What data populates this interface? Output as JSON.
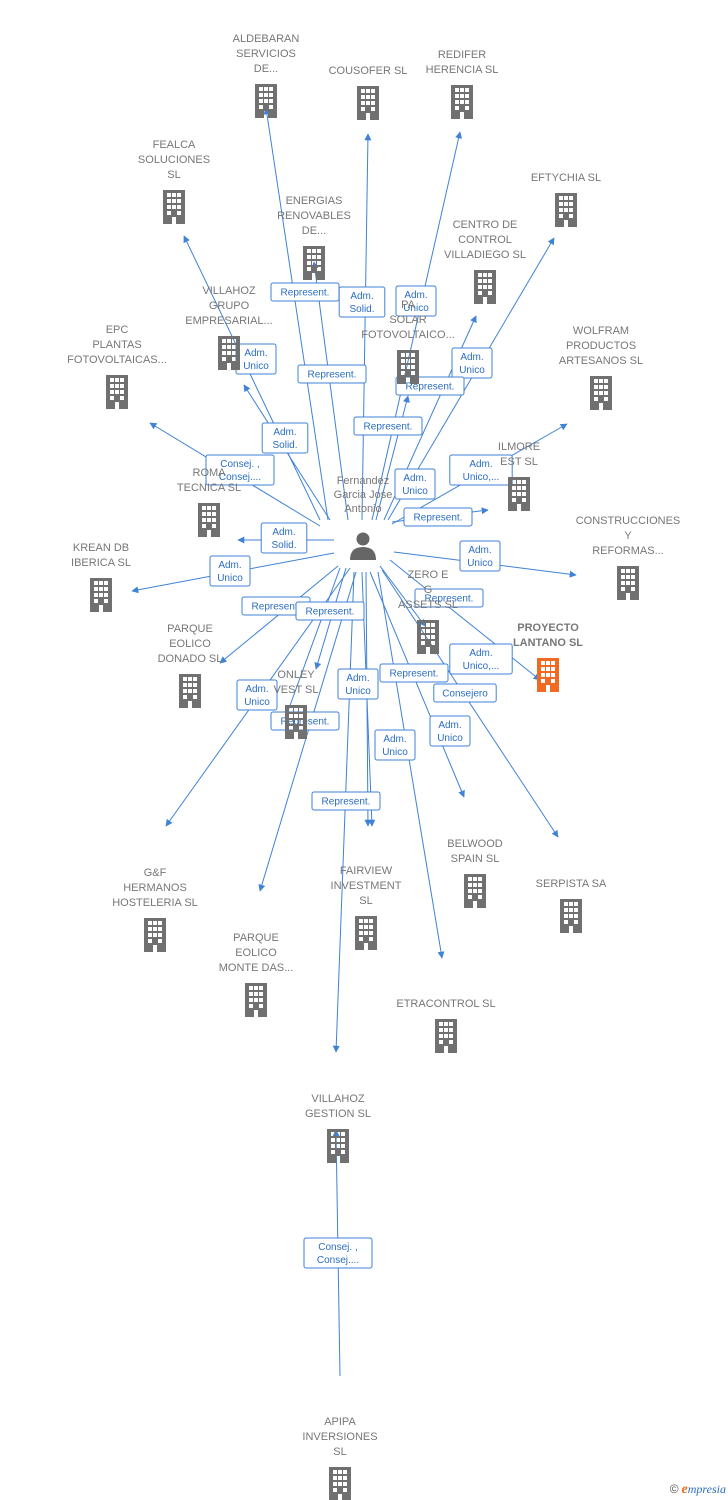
{
  "colors": {
    "edge": "#3f82d6",
    "building": "#707070",
    "highlight": "#f26a21",
    "label": "#777777"
  },
  "center": {
    "name": [
      "Fernandez",
      "Garcia Jose",
      "Antonio"
    ],
    "icon": "person-icon"
  },
  "companies": [
    {
      "id": "aldebaran",
      "lines": [
        "ALDEBARAN",
        "SERVICIOS",
        "DE..."
      ]
    },
    {
      "id": "cousofer",
      "lines": [
        "COUSOFER SL"
      ]
    },
    {
      "id": "redifer",
      "lines": [
        "REDIFER",
        "HERENCIA  SL"
      ]
    },
    {
      "id": "fealca",
      "lines": [
        "FEALCA",
        "SOLUCIONES",
        "SL"
      ]
    },
    {
      "id": "energias",
      "lines": [
        "ENERGIAS",
        "RENOVABLES",
        "DE..."
      ]
    },
    {
      "id": "eftychia",
      "lines": [
        "EFTYCHIA  SL"
      ]
    },
    {
      "id": "centro",
      "lines": [
        "CENTRO DE",
        "CONTROL",
        "VILLADIEGO SL"
      ]
    },
    {
      "id": "villahoz_grupo",
      "lines": [
        "VILLAHOZ",
        "GRUPO",
        "EMPRESARIAL..."
      ]
    },
    {
      "id": "parque_solar",
      "lines": [
        "PA",
        "SOLAR",
        "FOTOVOLTAICO..."
      ]
    },
    {
      "id": "epc",
      "lines": [
        "EPC",
        "PLANTAS",
        "FOTOVOLTAICAS..."
      ]
    },
    {
      "id": "wolfram",
      "lines": [
        "WOLFRAM",
        "PRODUCTOS",
        "ARTESANOS  SL"
      ]
    },
    {
      "id": "gilmore",
      "lines": [
        "ILMORE",
        "EST  SL"
      ]
    },
    {
      "id": "roma",
      "lines": [
        "ROMA",
        "TECNICA  SL"
      ]
    },
    {
      "id": "construcciones",
      "lines": [
        "CONSTRUCCIONES",
        "Y",
        "REFORMAS..."
      ]
    },
    {
      "id": "krean",
      "lines": [
        "KREAN DB",
        "IBERICA  SL"
      ]
    },
    {
      "id": "zero",
      "lines": [
        "ZERO E",
        "G",
        "ASSETS  SL"
      ]
    },
    {
      "id": "proyecto",
      "lines": [
        "PROYECTO",
        "LANTANO  SL"
      ],
      "highlight": true
    },
    {
      "id": "parque_donado",
      "lines": [
        "PARQUE",
        "EOLICO",
        "DONADO SL"
      ]
    },
    {
      "id": "monley",
      "lines": [
        "ONLEY",
        "VEST  SL"
      ]
    },
    {
      "id": "belwood",
      "lines": [
        "BELWOOD",
        "SPAIN  SL"
      ]
    },
    {
      "id": "serpista",
      "lines": [
        "SERPISTA SA"
      ]
    },
    {
      "id": "gf",
      "lines": [
        "G&F",
        "HERMANOS",
        "HOSTELERIA SL"
      ]
    },
    {
      "id": "fairview",
      "lines": [
        "FAIRVIEW",
        "INVESTMENT",
        "SL"
      ]
    },
    {
      "id": "parque_monte",
      "lines": [
        "PARQUE",
        "EOLICO",
        "MONTE DAS..."
      ]
    },
    {
      "id": "etracontrol",
      "lines": [
        "ETRACONTROL SL"
      ]
    },
    {
      "id": "villahoz_gestion",
      "lines": [
        "VILLAHOZ",
        "GESTION  SL"
      ]
    },
    {
      "id": "apipa",
      "lines": [
        "APIPA",
        "INVERSIONES",
        "SL"
      ]
    }
  ],
  "roles": [
    {
      "id": "r1",
      "lines": [
        "Represent."
      ]
    },
    {
      "id": "r2",
      "lines": [
        "Adm.",
        "Solid."
      ]
    },
    {
      "id": "r3",
      "lines": [
        "Adm.",
        "Unico"
      ]
    },
    {
      "id": "r4",
      "lines": [
        "Adm.",
        "Unico"
      ]
    },
    {
      "id": "r5",
      "lines": [
        "Adm.",
        "Unico"
      ]
    },
    {
      "id": "r6",
      "lines": [
        "Represent."
      ]
    },
    {
      "id": "r7",
      "lines": [
        "Represent."
      ]
    },
    {
      "id": "r8",
      "lines": [
        "Adm.",
        "Solid."
      ]
    },
    {
      "id": "r9",
      "lines": [
        "Represent."
      ]
    },
    {
      "id": "r10",
      "lines": [
        "Consej. ,",
        "Consej...."
      ]
    },
    {
      "id": "r11",
      "lines": [
        "Adm.",
        "Unico,..."
      ]
    },
    {
      "id": "r12",
      "lines": [
        "Adm.",
        "Unico"
      ]
    },
    {
      "id": "r13",
      "lines": [
        "Adm.",
        "Solid."
      ]
    },
    {
      "id": "r14",
      "lines": [
        "Represent."
      ]
    },
    {
      "id": "r15",
      "lines": [
        "Adm.",
        "Unico"
      ]
    },
    {
      "id": "r16",
      "lines": [
        "Adm.",
        "Unico"
      ]
    },
    {
      "id": "r17",
      "lines": [
        "Represent."
      ]
    },
    {
      "id": "r18",
      "lines": [
        "Represent."
      ]
    },
    {
      "id": "r19",
      "lines": [
        "Represent."
      ]
    },
    {
      "id": "r20",
      "lines": [
        "Adm.",
        "Unico,..."
      ]
    },
    {
      "id": "r21",
      "lines": [
        "Adm.",
        "Unico"
      ]
    },
    {
      "id": "r22",
      "lines": [
        "Adm.",
        "Unico"
      ]
    },
    {
      "id": "r23",
      "lines": [
        "Represent."
      ]
    },
    {
      "id": "r24",
      "lines": [
        "Represent."
      ]
    },
    {
      "id": "r25",
      "lines": [
        "Consejero"
      ]
    },
    {
      "id": "r26",
      "lines": [
        "Adm.",
        "Unico"
      ]
    },
    {
      "id": "r27",
      "lines": [
        "Adm.",
        "Unico"
      ]
    },
    {
      "id": "r28",
      "lines": [
        "Represent."
      ]
    },
    {
      "id": "r29",
      "lines": [
        "Consej. ,",
        "Consej...."
      ]
    }
  ],
  "footer": {
    "copyright": "©",
    "brand_e": "e",
    "brand_rest": "mpresia"
  }
}
